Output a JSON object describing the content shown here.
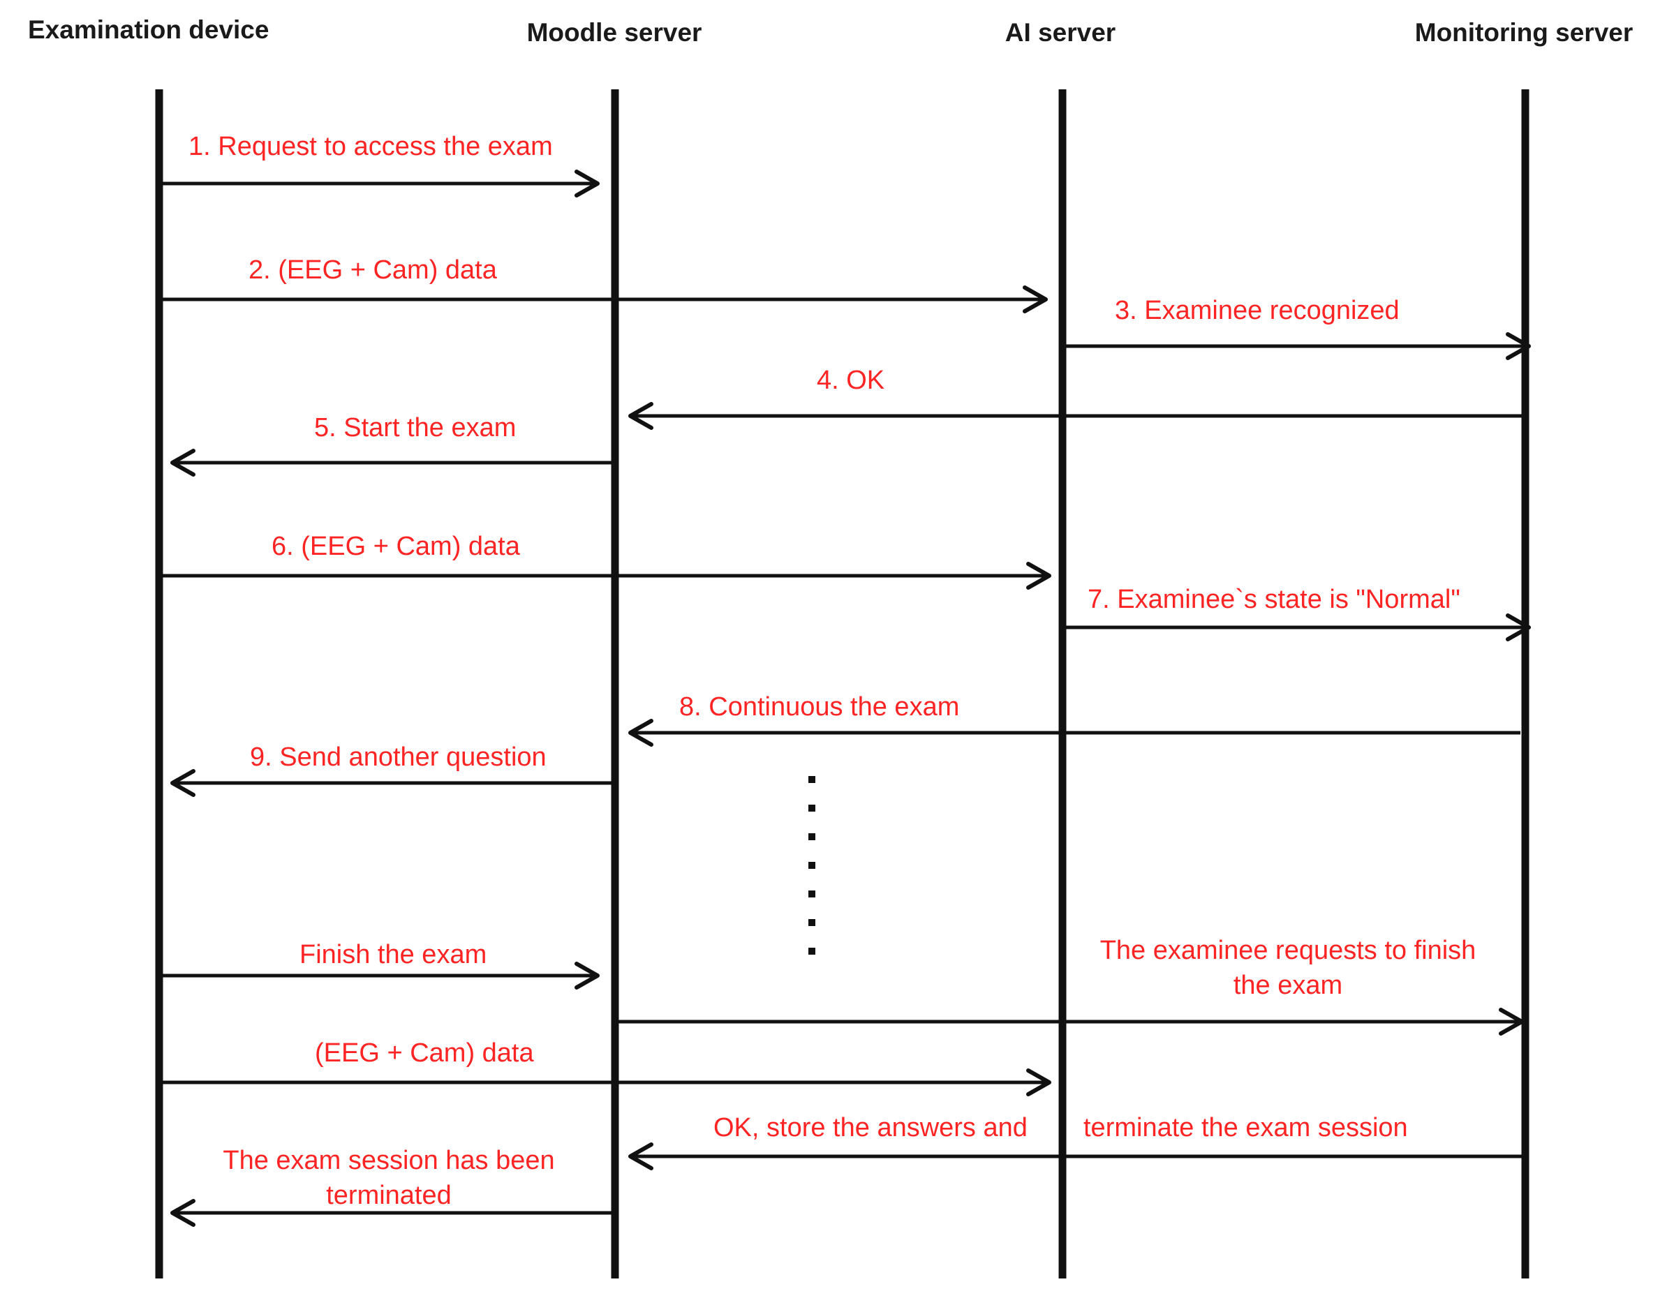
{
  "participants": [
    {
      "id": "examination-device",
      "label": "Examination device"
    },
    {
      "id": "moodle-server",
      "label": "Moodle server"
    },
    {
      "id": "ai-server",
      "label": "AI server"
    },
    {
      "id": "monitoring-server",
      "label": "Monitoring server"
    }
  ],
  "messages": [
    {
      "id": "m1",
      "label": "1. Request to access the exam"
    },
    {
      "id": "m2",
      "label": "2. (EEG + Cam) data"
    },
    {
      "id": "m3",
      "label": "3. Examinee recognized"
    },
    {
      "id": "m4",
      "label": "4. OK"
    },
    {
      "id": "m5",
      "label": "5. Start the exam"
    },
    {
      "id": "m6",
      "label": "6. (EEG + Cam) data"
    },
    {
      "id": "m7",
      "label": "7. Examinee`s state is \"Normal\""
    },
    {
      "id": "m8",
      "label": "8. Continuous the exam"
    },
    {
      "id": "m9",
      "label": "9. Send another question"
    },
    {
      "id": "m10",
      "label": "Finish the exam"
    },
    {
      "id": "m11",
      "label_lines": [
        "The examinee requests to finish",
        "the exam"
      ]
    },
    {
      "id": "m12",
      "label": "(EEG + Cam) data"
    },
    {
      "id": "m13",
      "label_parts": [
        "OK, store the answers and",
        "terminate the exam session"
      ]
    },
    {
      "id": "m14",
      "label_lines": [
        "The exam session has been",
        "terminated"
      ]
    }
  ],
  "colors": {
    "message_text": "#ff2424",
    "line": "#111111",
    "participant_text": "#1a1a1a"
  }
}
